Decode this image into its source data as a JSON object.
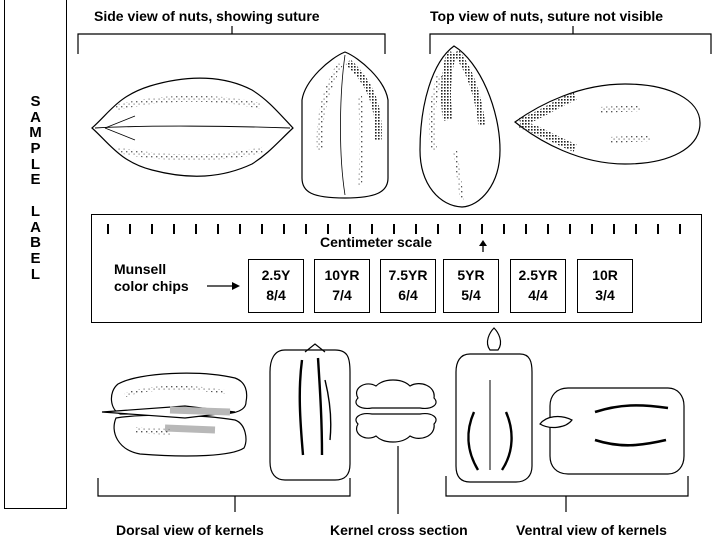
{
  "sample_label": {
    "letters": [
      "S",
      "A",
      "M",
      "P",
      "L",
      "E",
      "",
      "L",
      "A",
      "B",
      "E",
      "L"
    ]
  },
  "captions": {
    "side_view": "Side view of nuts, showing suture",
    "top_view": "Top view of nuts, suture not visible",
    "dorsal": "Dorsal view of kernels",
    "cross_section": "Kernel cross section",
    "ventral": "Ventral view of kernels"
  },
  "scale": {
    "title": "Centimeter scale",
    "munsell_line1": "Munsell",
    "munsell_line2": "color chips"
  },
  "chips": [
    {
      "hue": "2.5Y",
      "value": "8/4"
    },
    {
      "hue": "10YR",
      "value": "7/4"
    },
    {
      "hue": "7.5YR",
      "value": "6/4"
    },
    {
      "hue": "5YR",
      "value": "5/4"
    },
    {
      "hue": "2.5YR",
      "value": "4/4"
    },
    {
      "hue": "10R",
      "value": "3/4"
    }
  ],
  "colors": {
    "line": "#000000",
    "stipple": "#555555",
    "kernel_highlight": "#b8b8b8"
  }
}
